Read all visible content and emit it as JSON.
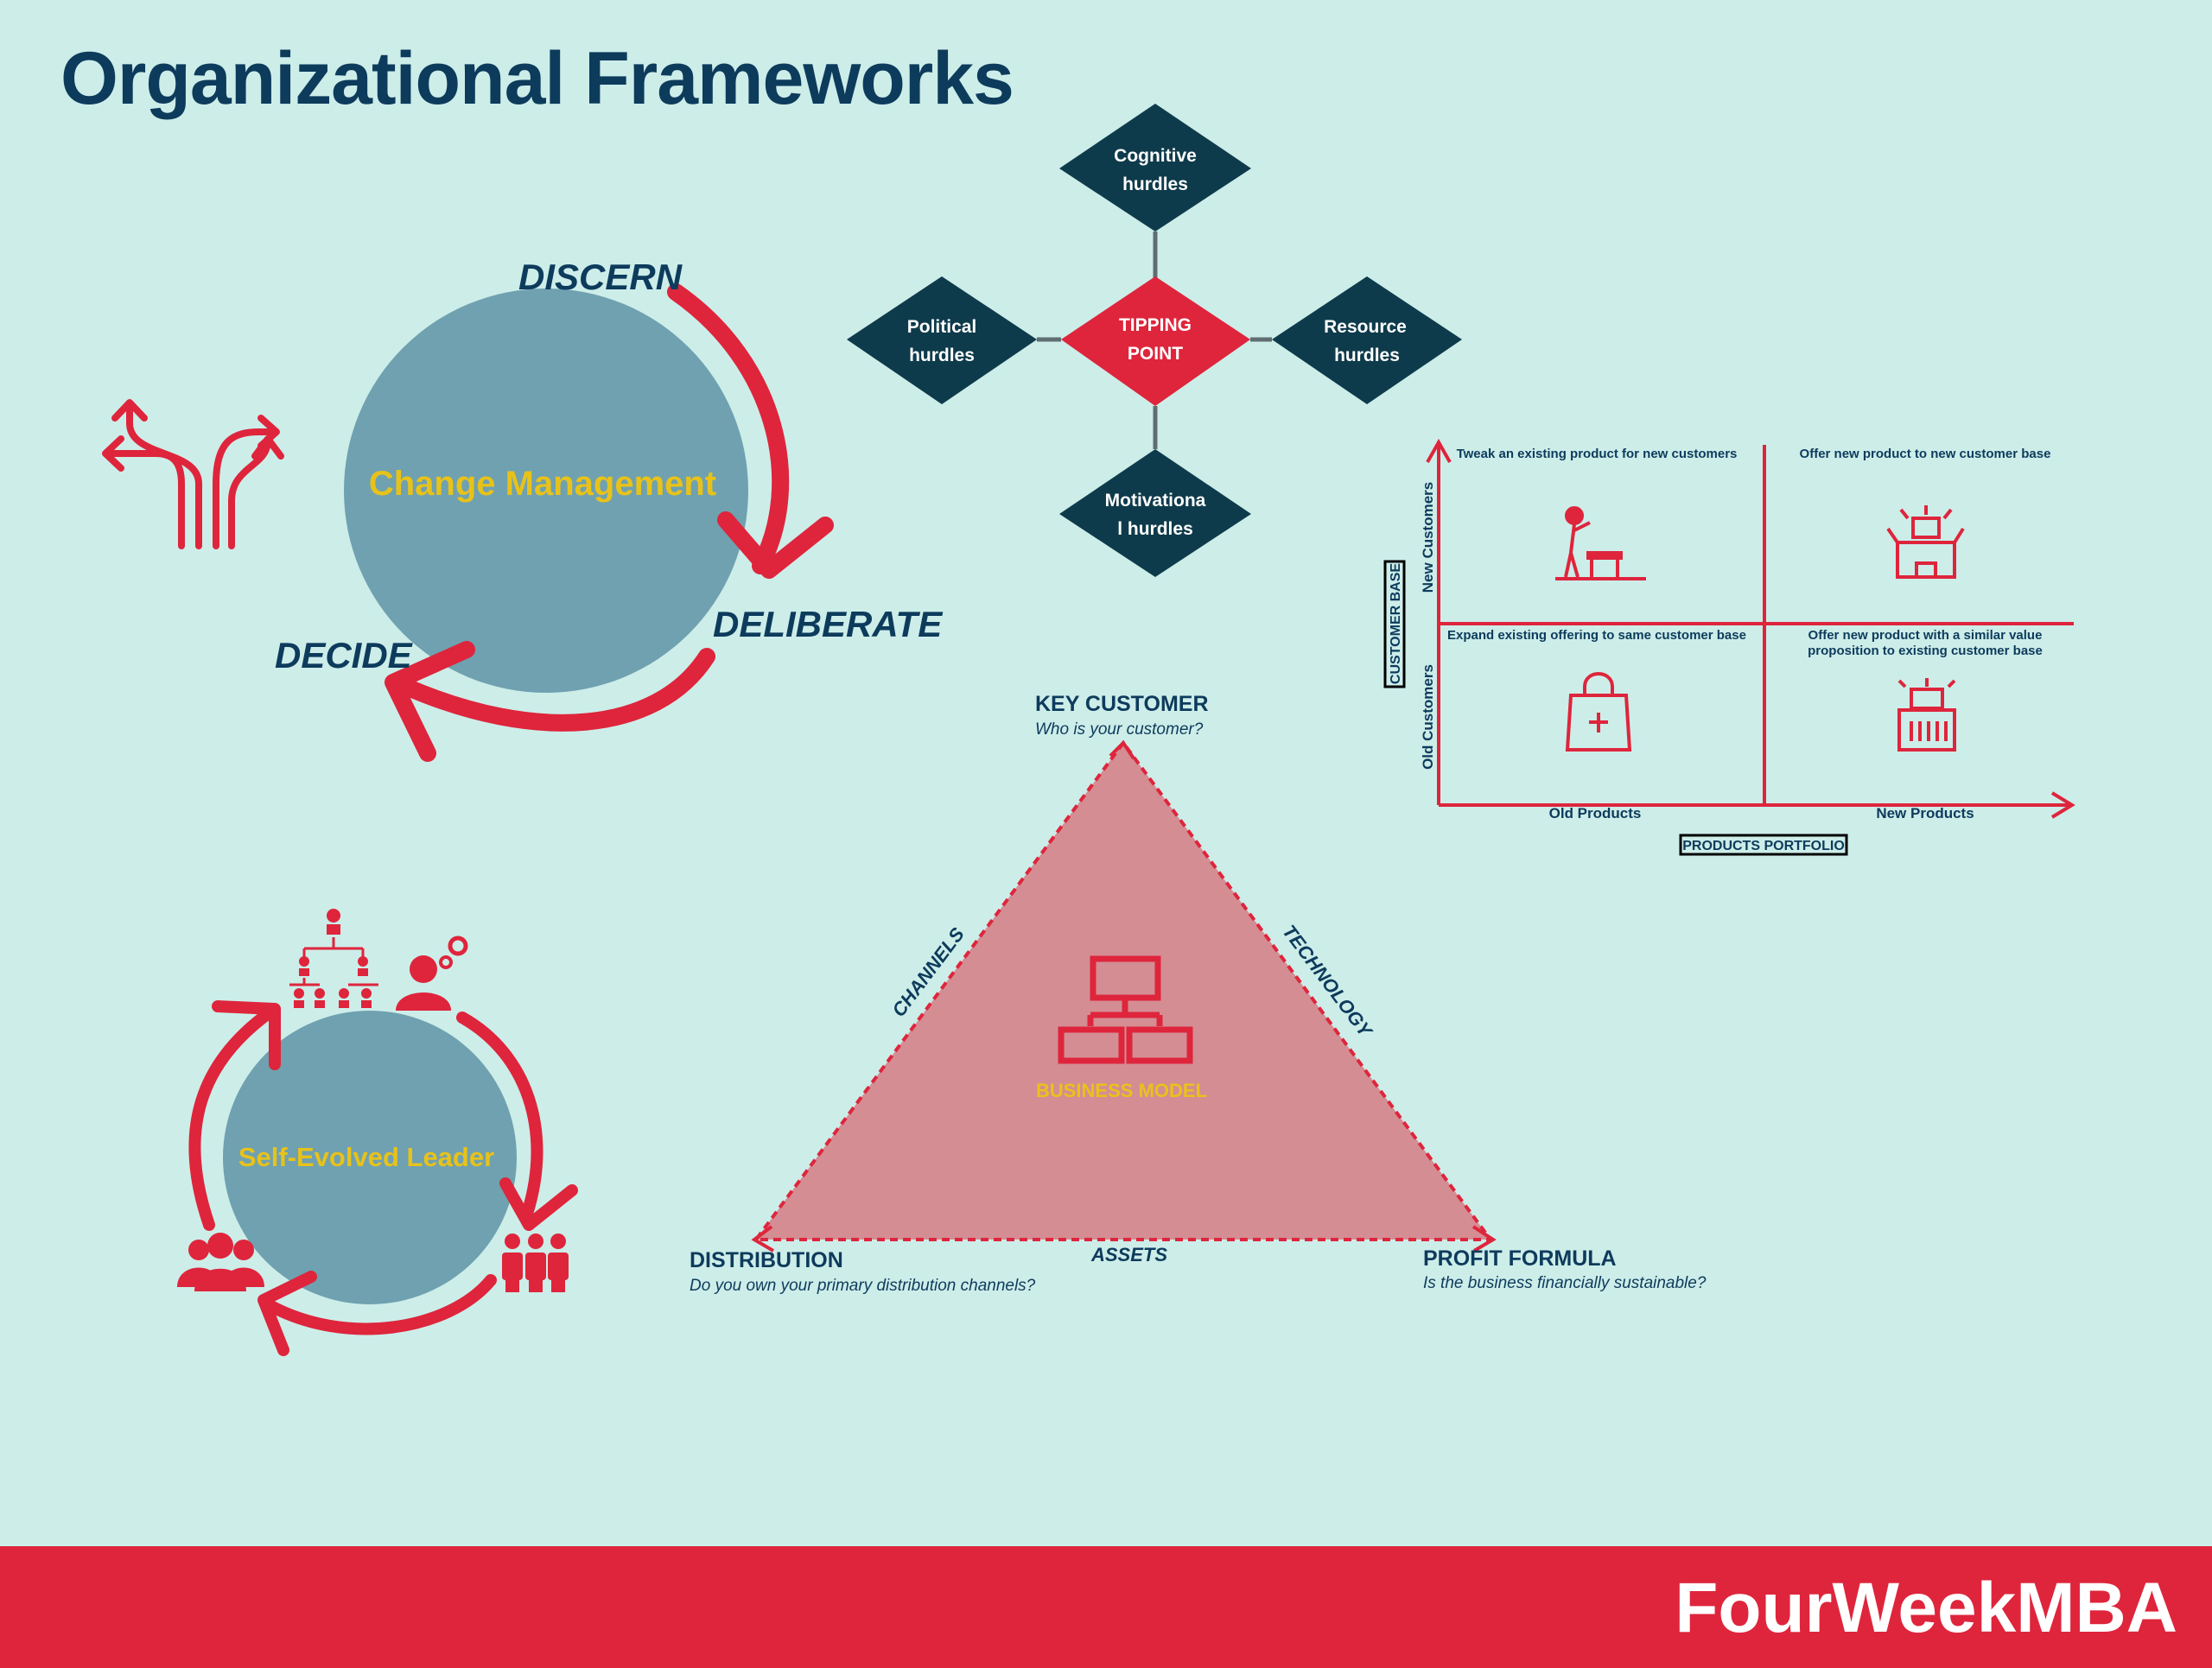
{
  "title": "Organizational Frameworks",
  "brand": "FourWeekMBA",
  "colors": {
    "background": "#cdede9",
    "red": "#de253c",
    "navy": "#0d3b5c",
    "circle": "#6fa1b0",
    "gold": "#e8c21a",
    "triangle": "#d48d93"
  },
  "change_management": {
    "center": "Change Management",
    "steps": [
      "DISCERN",
      "DELIBERATE",
      "DECIDE"
    ],
    "icon": "diverging-arrows-icon"
  },
  "tipping_point": {
    "center_line1": "TIPPING",
    "center_line2": "POINT",
    "top_line1": "Cognitive",
    "top_line2": "hurdles",
    "left_line1": "Political",
    "left_line2": "hurdles",
    "right_line1": "Resource",
    "right_line2": "hurdles",
    "bottom_line1": "Motivationa",
    "bottom_line2": "l hurdles"
  },
  "matrix": {
    "y_axis_title": "CUSTOMER BASE",
    "x_axis_title": "PRODUCTS PORTFOLIO",
    "y_top": "New Customers",
    "y_bottom": "Old Customers",
    "x_left": "Old Products",
    "x_right": "New Products",
    "q_top_left": "Tweak an existing product for new customers",
    "q_top_right": "Offer new product to new customer base",
    "q_bottom_left": "Expand existing offering to same customer base",
    "q_bottom_right_line1": "Offer new product with a similar value",
    "q_bottom_right_line2": "proposition to existing customer base"
  },
  "business_model": {
    "center": "BUSINESS MODEL",
    "top_label": "KEY CUSTOMER",
    "top_question": "Who is your customer?",
    "left_label": "DISTRIBUTION",
    "left_question": "Do you own your primary distribution channels?",
    "right_label": "PROFIT FORMULA",
    "right_question": "Is the business financially sustainable?",
    "edge_left": "CHANNELS",
    "edge_right": "TECHNOLOGY",
    "edge_bottom": "ASSETS"
  },
  "leader": {
    "center": "Self-Evolved Leader"
  }
}
